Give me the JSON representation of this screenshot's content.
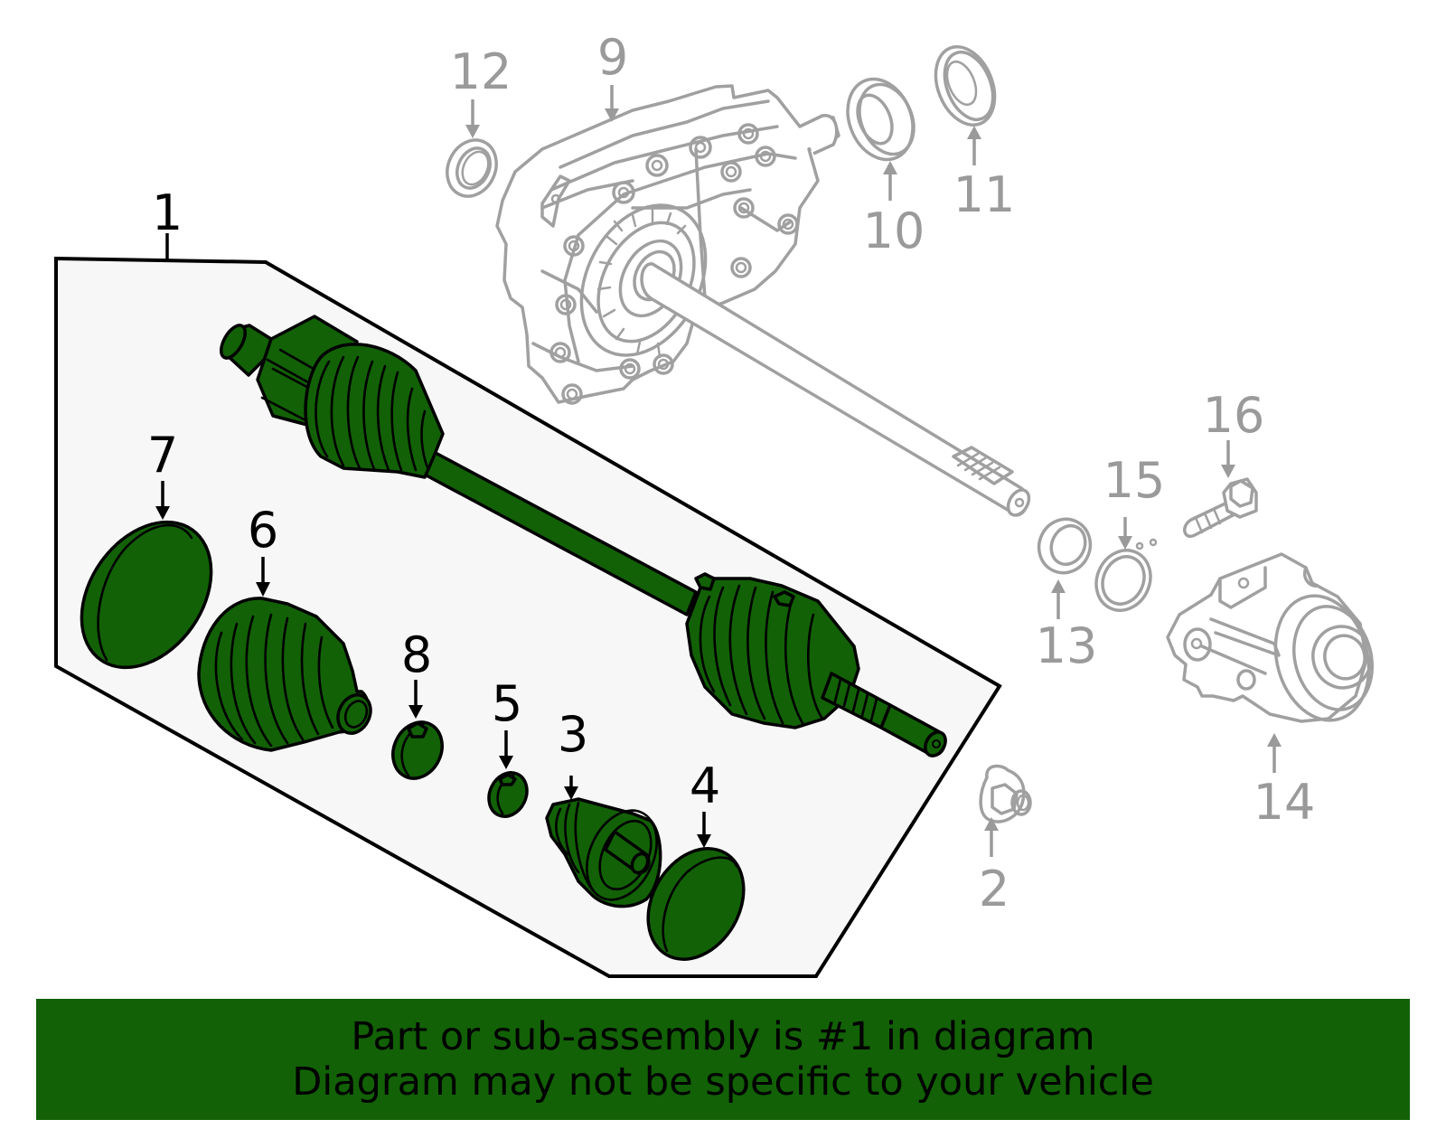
{
  "diagram": {
    "type": "exploded parts diagram",
    "highlighted_part": "1",
    "colors": {
      "highlight_fill": "#126106",
      "outline": "#000000",
      "ghost_parts": "#a0a0a0",
      "assembly_box": "#f7f7f7",
      "banner": "#126106"
    },
    "callouts": {
      "c1": "1",
      "c2": "2",
      "c3": "3",
      "c4": "4",
      "c5": "5",
      "c6": "6",
      "c7": "7",
      "c8": "8",
      "c9": "9",
      "c10": "10",
      "c11": "11",
      "c12": "12",
      "c13": "13",
      "c14": "14",
      "c15": "15",
      "c16": "16"
    },
    "assembly_parts": [
      "1",
      "3",
      "4",
      "5",
      "6",
      "7",
      "8"
    ],
    "other_parts": [
      "2",
      "9",
      "10",
      "11",
      "12",
      "13",
      "14",
      "15",
      "16"
    ]
  },
  "banner": {
    "line1": "Part or sub-assembly is #1 in diagram",
    "line2": "Diagram may not be specific to your vehicle"
  }
}
